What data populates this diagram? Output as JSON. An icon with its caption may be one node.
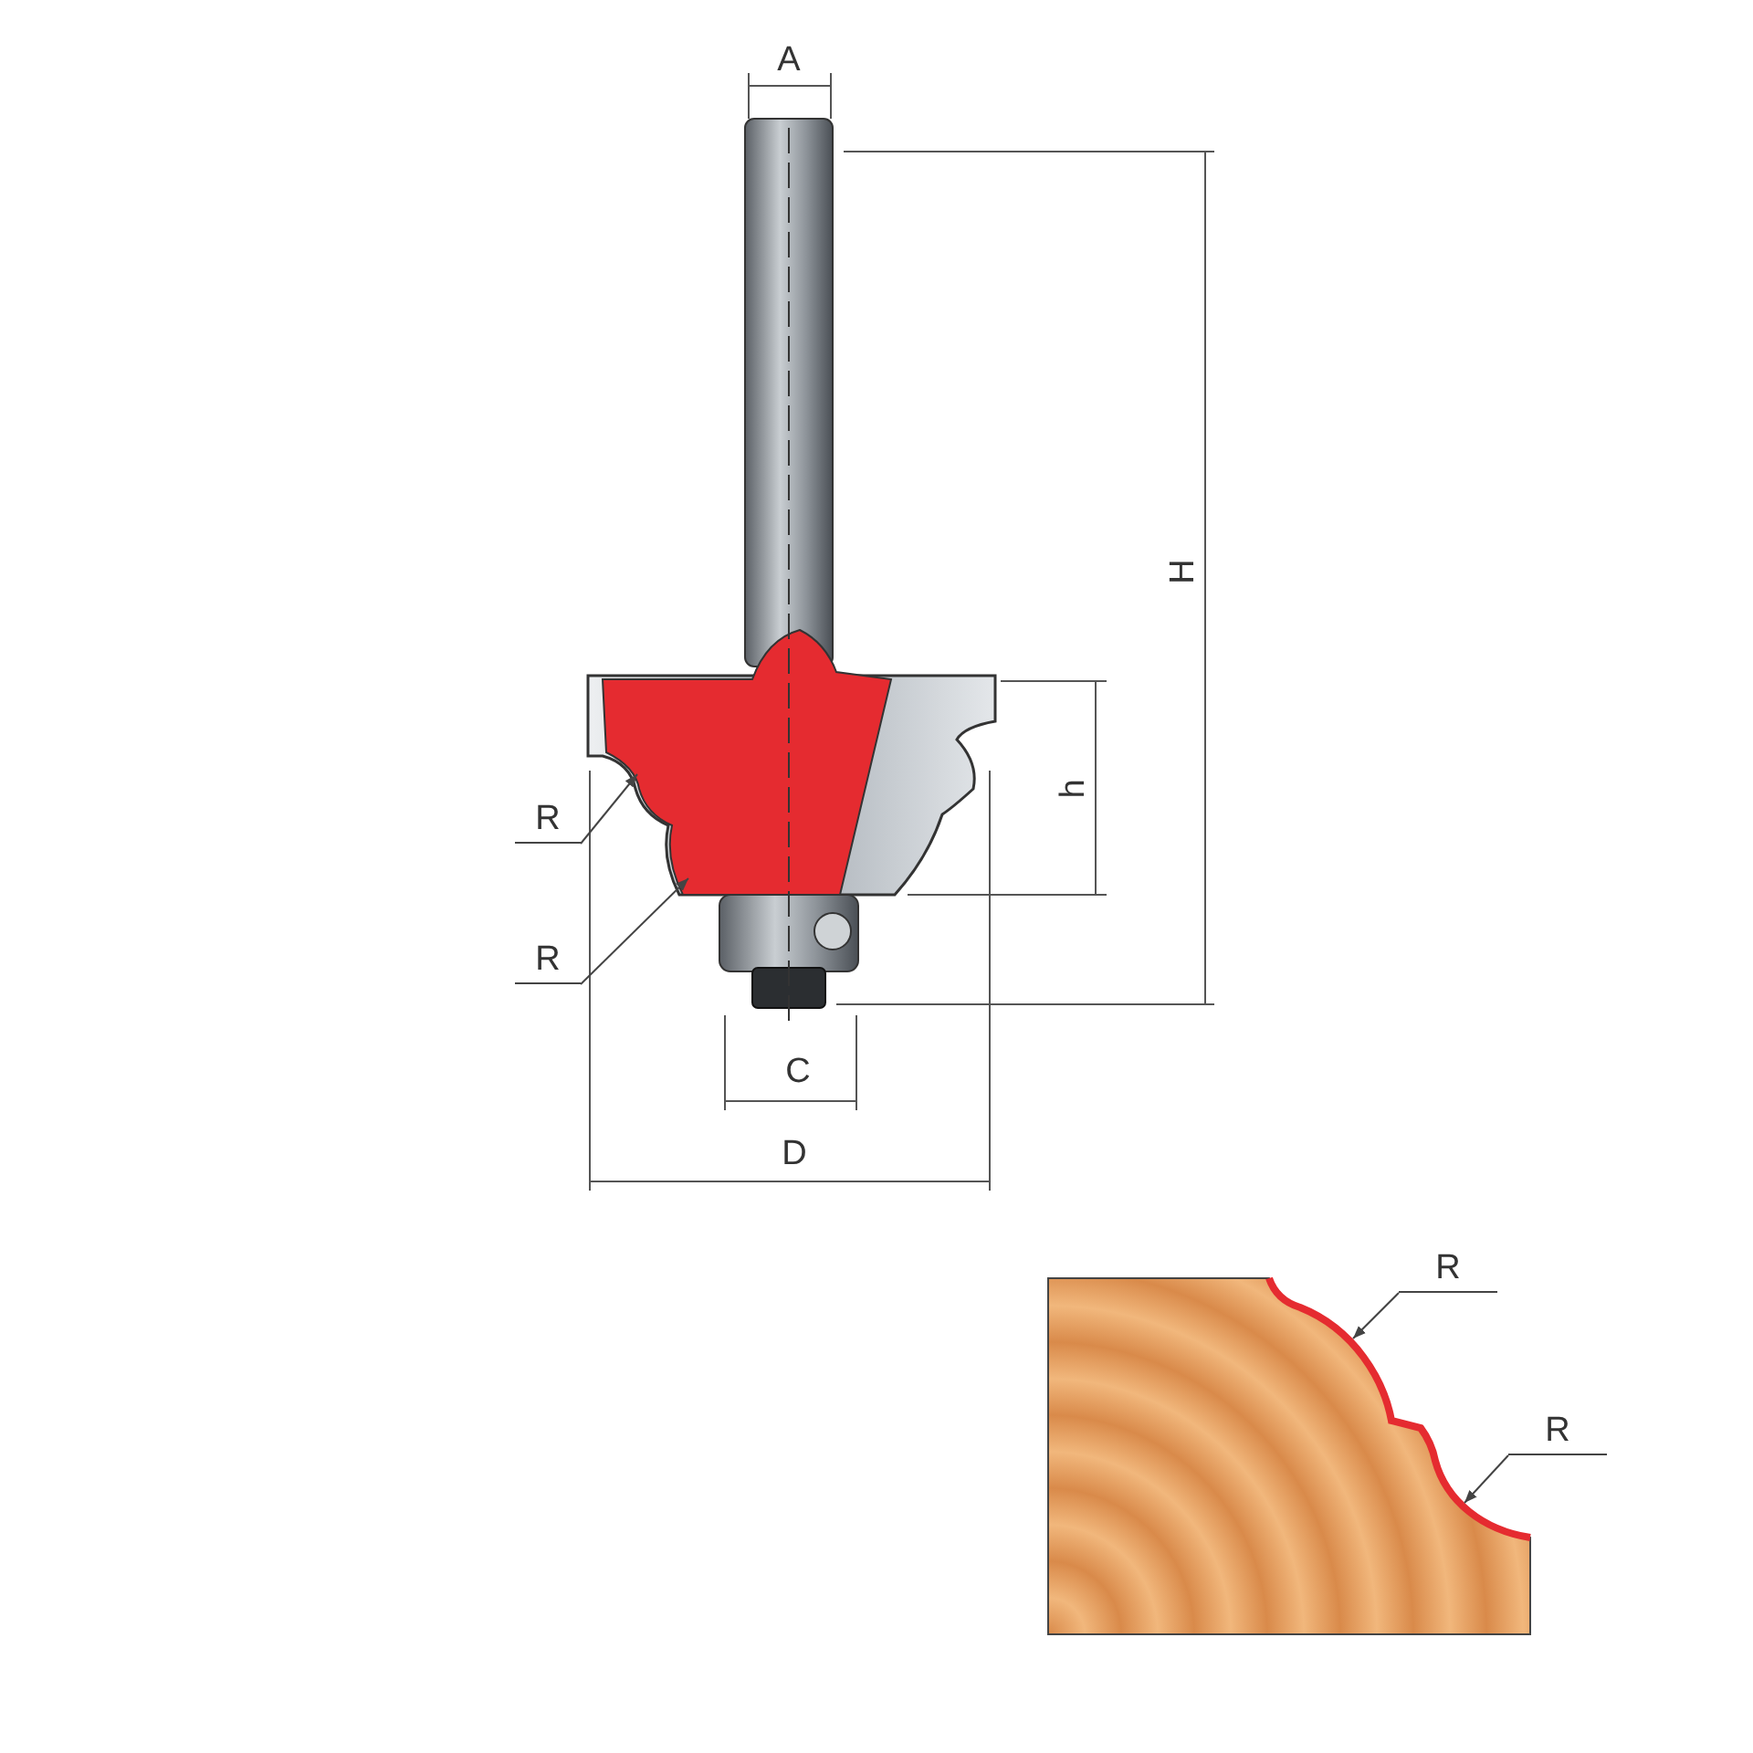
{
  "diagram": {
    "nodes": [
      {
        "text": [
          "R"
        ]
      },
      {
        "text": [
          "R"
        ]
      },
      {
        "text": [
          "R"
        ]
      },
      {
        "text": [
          "R"
        ]
      }
    ],
    "edges": [
      {
        "from": 0,
        "to": null,
        "arrow": "to"
      },
      {
        "from": 1,
        "to": null,
        "arrow": "to"
      },
      {
        "from": 2,
        "to": null,
        "arrow": "to"
      },
      {
        "from": 3,
        "to": null,
        "arrow": "to"
      }
    ],
    "labels": [
      "A",
      "H",
      "h",
      "C",
      "D"
    ]
  }
}
